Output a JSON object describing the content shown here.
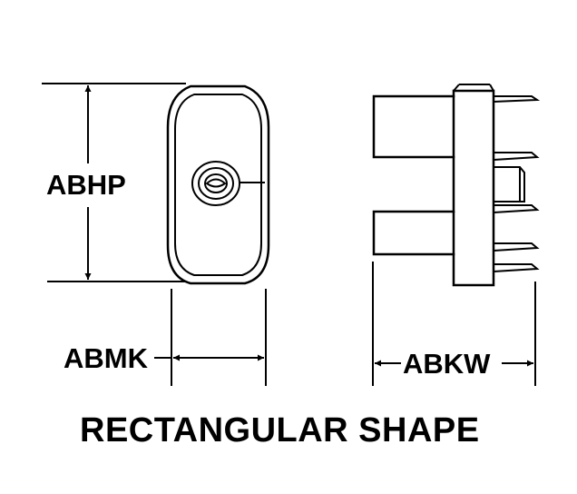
{
  "labels": {
    "height_dimension": "ABHP",
    "thickness_dimension": "ABMK",
    "width_dimension": "ABKW",
    "caption": "RECTANGULAR SHAPE"
  },
  "colors": {
    "ink": "#000000",
    "background": "#ffffff"
  }
}
